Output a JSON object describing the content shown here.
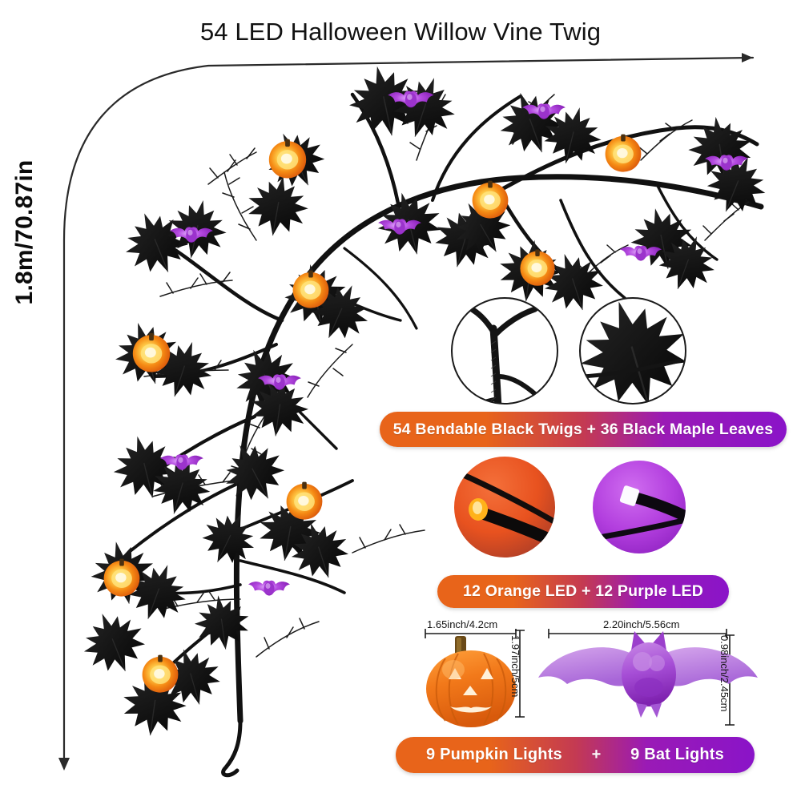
{
  "page": {
    "title": "54 LED Halloween Willow Vine Twig",
    "background_color": "#ffffff"
  },
  "dimension_callouts": {
    "overall_length": "1.8m/70.87in",
    "pumpkin_width": "1.65inch/4.2cm",
    "pumpkin_height": "1.97inch/5cm",
    "bat_width": "2.20inch/5.56cm",
    "bat_height": "0.98inch/2.45cm"
  },
  "banners": [
    {
      "id": "twigs",
      "text": "54 Bendable Black Twigs + 36 Black Maple Leaves"
    },
    {
      "id": "led",
      "text": "12 Orange LED + 12 Purple LED"
    }
  ],
  "counts_banner": {
    "left_text": "9 Pumpkin Lights",
    "plus": "+",
    "right_text": "9 Bat Lights"
  },
  "detail_insets": {
    "twig_closeup": "bendable-black-twig-closeup",
    "leaf_closeup": "black-maple-leaf-closeup",
    "orange_led_closeup": "orange-led-closeup",
    "purple_led_closeup": "purple-led-closeup"
  },
  "product_images": {
    "pumpkin_light": "orange-pumpkin-light",
    "bat_light": "purple-bat-light",
    "vine": "halloween-willow-vine-garland"
  },
  "colors": {
    "banner_orange": "#e8641a",
    "banner_purple": "#8a14c8",
    "pumpkin_orange": "#f07820",
    "bat_purple": "#a24fd0",
    "vine_black": "#141414",
    "text_dark": "#121212"
  }
}
